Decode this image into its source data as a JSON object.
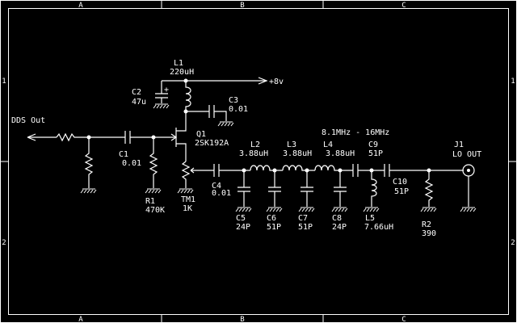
{
  "frame": {
    "zones_top": [
      "A",
      "B",
      "C"
    ],
    "zones_bottom": [
      "A",
      "B",
      "C"
    ],
    "rows_left": [
      "1",
      "2"
    ],
    "rows_right": [
      "1",
      "2"
    ]
  },
  "nets": {
    "supply": "+8v",
    "dds": "DDS Out"
  },
  "band": "8.1MHz - 16MHz",
  "parts": {
    "L1": {
      "ref": "L1",
      "value": "220uH"
    },
    "C2": {
      "ref": "C2",
      "value": "47u"
    },
    "C3": {
      "ref": "C3",
      "value": "0.01"
    },
    "Q1": {
      "ref": "Q1",
      "value": "2SK192A"
    },
    "C1": {
      "ref": "C1",
      "value": "0.01"
    },
    "R1": {
      "ref": "R1",
      "value": "470K"
    },
    "TM1": {
      "ref": "TM1",
      "value": "1K"
    },
    "C4": {
      "ref": "C4",
      "value": "0.01"
    },
    "L2": {
      "ref": "L2",
      "value": "3.88uH"
    },
    "L3": {
      "ref": "L3",
      "value": "3.88uH"
    },
    "L4": {
      "ref": "L4",
      "value": "3.88uH"
    },
    "C5": {
      "ref": "C5",
      "value": "24P"
    },
    "C6": {
      "ref": "C6",
      "value": "51P"
    },
    "C7": {
      "ref": "C7",
      "value": "51P"
    },
    "C8": {
      "ref": "C8",
      "value": "24P"
    },
    "C9": {
      "ref": "C9",
      "value": "51P"
    },
    "L5": {
      "ref": "L5",
      "value": "7.66uH"
    },
    "C10": {
      "ref": "C10",
      "value": "51P"
    },
    "R2": {
      "ref": "R2",
      "value": "390"
    },
    "J1": {
      "ref": "J1",
      "value": "LO OUT"
    }
  }
}
